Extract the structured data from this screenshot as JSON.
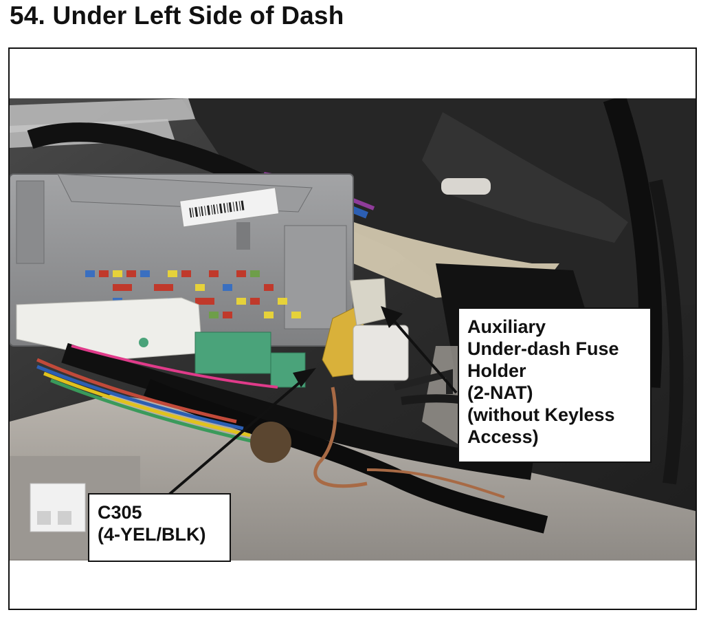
{
  "page": {
    "title": "54.  Under Left Side of Dash"
  },
  "callouts": {
    "fuse_holder": {
      "lines": [
        "Auxiliary",
        "Under-dash Fuse",
        "Holder",
        "(2-NAT)",
        "(without Keyless",
        "Access)"
      ]
    },
    "c305": {
      "lines": [
        "C305",
        "(4-YEL/BLK)"
      ]
    }
  },
  "colors": {
    "panel_gray": "#8e8f91",
    "fuse_red": "#c0392b",
    "fuse_yellow": "#e6d23a",
    "fuse_blue": "#3a6fc0",
    "connector_yellow": "#d9b13a",
    "connector_green": "#4aa37a",
    "harness_black": "#151515"
  }
}
